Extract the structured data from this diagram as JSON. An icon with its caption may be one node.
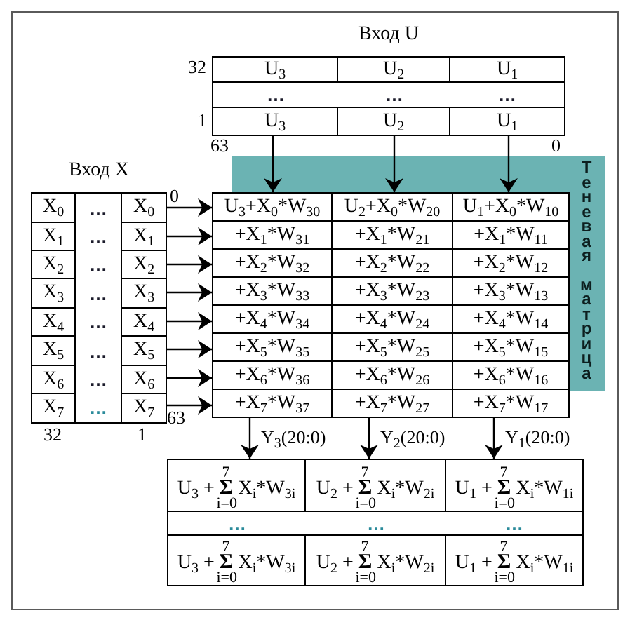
{
  "diagram": {
    "nodes": [
      {
        "text": [
          "Вход U"
        ]
      },
      {
        "text": [
          "U$_{3}$"
        ],
        "in": 0
      },
      {
        "text": [
          "U$_{2}$"
        ],
        "in": 0
      },
      {
        "text": [
          "U$_{1}$"
        ],
        "in": 0
      },
      {
        "text": [
          "…",
          "…",
          "…"
        ],
        "in": 0
      },
      {
        "text": [
          "U$_{3}$"
        ],
        "in": 0
      },
      {
        "text": [
          "U$_{2}$"
        ],
        "in": 0
      },
      {
        "text": [
          "U$_{1}$"
        ],
        "in": 0
      },
      {
        "text": [
          "Теневая матрица"
        ]
      },
      {
        "text": [
          "Вход X"
        ]
      },
      {
        "text": [
          "X$_{0}$"
        ],
        "in": 9
      },
      {
        "text": [
          "X$_{1}$"
        ],
        "in": 9
      },
      {
        "text": [
          "X$_{2}$"
        ],
        "in": 9
      },
      {
        "text": [
          "X$_{3}$"
        ],
        "in": 9
      },
      {
        "text": [
          "X$_{4}$"
        ],
        "in": 9
      },
      {
        "text": [
          "X$_{5}$"
        ],
        "in": 9
      },
      {
        "text": [
          "X$_{6}$"
        ],
        "in": 9
      },
      {
        "text": [
          "X$_{7}$"
        ],
        "in": 9
      },
      {
        "text": [
          "…",
          "…",
          "…",
          "…",
          "…",
          "…",
          "…",
          "…"
        ],
        "in": 9
      },
      {
        "text": [
          "X$_{0}$"
        ],
        "in": 9
      },
      {
        "text": [
          "X$_{1}$"
        ],
        "in": 9
      },
      {
        "text": [
          "X$_{2}$"
        ],
        "in": 9
      },
      {
        "text": [
          "X$_{3}$"
        ],
        "in": 9
      },
      {
        "text": [
          "X$_{4}$"
        ],
        "in": 9
      },
      {
        "text": [
          "X$_{5}$"
        ],
        "in": 9
      },
      {
        "text": [
          "X$_{6}$"
        ],
        "in": 9
      },
      {
        "text": [
          "X$_{7}$"
        ],
        "in": 9
      },
      {
        "text": [],
        "shape": "box"
      },
      {
        "text": [
          "U$_{3}$+X$_{0}$*W$_{30}$"
        ],
        "in": 27
      },
      {
        "text": [
          "U$_{2}$+X$_{0}$*W$_{20}$"
        ],
        "in": 27
      },
      {
        "text": [
          "U$_{1}$+X$_{0}$*W$_{10}$"
        ],
        "in": 27
      },
      {
        "text": [
          "+X$_{1}$*W$_{31}$"
        ],
        "in": 27
      },
      {
        "text": [
          "+X$_{1}$*W$_{21}$"
        ],
        "in": 27
      },
      {
        "text": [
          "+X$_{1}$*W$_{11}$"
        ],
        "in": 27
      },
      {
        "text": [
          "+X$_{2}$*W$_{32}$"
        ],
        "in": 27
      },
      {
        "text": [
          "+X$_{2}$*W$_{22}$"
        ],
        "in": 27
      },
      {
        "text": [
          "+X$_{2}$*W$_{12}$"
        ],
        "in": 27
      },
      {
        "text": [
          "+X$_{3}$*W$_{33}$"
        ],
        "in": 27
      },
      {
        "text": [
          "+X$_{3}$*W$_{23}$"
        ],
        "in": 27
      },
      {
        "text": [
          "+X$_{3}$*W$_{13}$"
        ],
        "in": 27
      },
      {
        "text": [
          "+X$_{4}$*W$_{34}$"
        ],
        "in": 27
      },
      {
        "text": [
          "+X$_{4}$*W$_{24}$"
        ],
        "in": 27
      },
      {
        "text": [
          "+X$_{4}$*W$_{14}$"
        ],
        "in": 27
      },
      {
        "text": [
          "+X$_{5}$*W$_{35}$"
        ],
        "in": 27
      },
      {
        "text": [
          "+X$_{5}$*W$_{25}$"
        ],
        "in": 27
      },
      {
        "text": [
          "+X$_{5}$*W$_{15}$"
        ],
        "in": 27
      },
      {
        "text": [
          "+X$_{6}$*W$_{36}$"
        ],
        "in": 27
      },
      {
        "text": [
          "+X$_{6}$*W$_{26}$"
        ],
        "in": 27
      },
      {
        "text": [
          "+X$_{6}$*W$_{16}$"
        ],
        "in": 27
      },
      {
        "text": [
          "+X$_{7}$*W$_{37}$"
        ],
        "in": 27
      },
      {
        "text": [
          "+X$_{7}$*W$_{27}$"
        ],
        "in": 27
      },
      {
        "text": [
          "+X$_{7}$*W$_{17}$"
        ],
        "in": 27
      },
      {
        "text": [],
        "shape": "box"
      },
      {
        "text": [
          "U$_{3}$ + **Σ**$^{7}$$_{i=0}$ X$_{i}$*W$_{3i}$"
        ],
        "in": 52
      },
      {
        "text": [
          "U$_{2}$ + **Σ**$^{7}$$_{i=0}$ X$_{i}$*W$_{2i}$"
        ],
        "in": 52
      },
      {
        "text": [
          "U$_{1}$ + **Σ**$^{7}$$_{i=0}$ X$_{i}$*W$_{1i}$"
        ],
        "in": 52
      },
      {
        "text": [
          "…",
          "…",
          "…"
        ],
        "in": 52
      },
      {
        "text": [
          "U$_{3}$ + **Σ**$^{7}$$_{i=0}$ X$_{i}$*W$_{3i}$"
        ],
        "in": 52
      },
      {
        "text": [
          "U$_{2}$ + **Σ**$^{7}$$_{i=0}$ X$_{i}$*W$_{2i}$"
        ],
        "in": 52
      },
      {
        "text": [
          "U$_{1}$ + **Σ**$^{7}$$_{i=0}$ X$_{i}$*W$_{1i}$"
        ],
        "in": 52
      }
    ],
    "edges": [
      {
        "from": 5,
        "to": 28,
        "arrow": "to"
      },
      {
        "from": 6,
        "to": 29,
        "arrow": "to"
      },
      {
        "from": 7,
        "to": 30,
        "arrow": "to"
      },
      {
        "from": 19,
        "to": 28,
        "arrow": "to"
      },
      {
        "from": 20,
        "to": 31,
        "arrow": "to"
      },
      {
        "from": 21,
        "to": 34,
        "arrow": "to"
      },
      {
        "from": 22,
        "to": 37,
        "arrow": "to"
      },
      {
        "from": 23,
        "to": 40,
        "arrow": "to"
      },
      {
        "from": 24,
        "to": 43,
        "arrow": "to"
      },
      {
        "from": 25,
        "to": 46,
        "arrow": "to"
      },
      {
        "from": 26,
        "to": 49,
        "arrow": "to"
      },
      {
        "from": 49,
        "to": 53,
        "arrow": "to",
        "label": "Y$_{3}$(20:0)"
      },
      {
        "from": 50,
        "to": 54,
        "arrow": "to",
        "label": "Y$_{2}$(20:0)"
      },
      {
        "from": 51,
        "to": 55,
        "arrow": "to",
        "label": "Y$_{1}$(20:0)"
      }
    ],
    "labels": [
      "32",
      "1",
      "63",
      "0",
      "0",
      "63",
      "32",
      "1"
    ]
  }
}
